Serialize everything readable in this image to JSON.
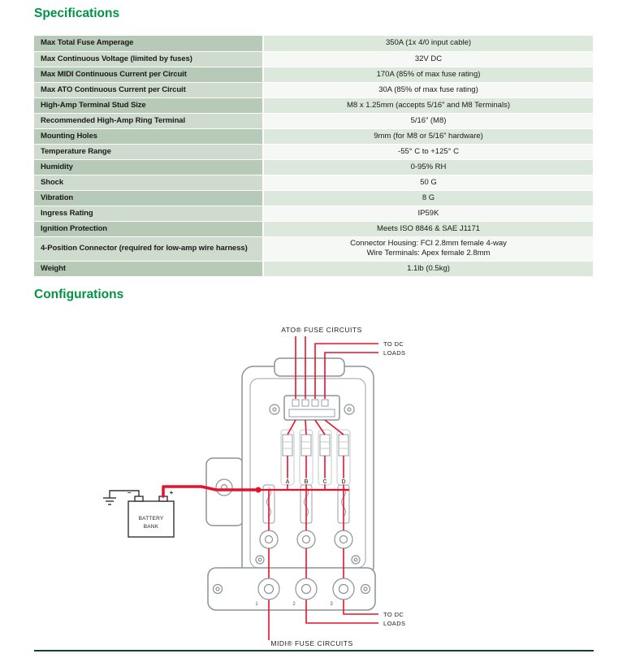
{
  "page": {
    "specs_heading": "Specifications",
    "config_heading": "Configurations"
  },
  "specs_table": {
    "rows": [
      {
        "label": "Max Total Fuse Amperage",
        "value": "350A (1x 4/0 input cable)"
      },
      {
        "label": "Max Continuous Voltage (limited by fuses)",
        "value": "32V DC"
      },
      {
        "label": "Max MIDI Continuous Current per Circuit",
        "value": "170A (85% of max fuse rating)"
      },
      {
        "label": "Max ATO Continuous Current per Circuit",
        "value": "30A (85% of max fuse rating)"
      },
      {
        "label": "High-Amp Terminal Stud Size",
        "value": "M8 x 1.25mm (accepts 5/16” and M8 Terminals)"
      },
      {
        "label": "Recommended High-Amp Ring Terminal",
        "value": "5/16” (M8)"
      },
      {
        "label": "Mounting Holes",
        "value": "9mm (for M8 or 5/16” hardware)"
      },
      {
        "label": "Temperature Range",
        "value": "-55° C to +125° C"
      },
      {
        "label": "Humidity",
        "value": "0-95% RH"
      },
      {
        "label": "Shock",
        "value": "50 G"
      },
      {
        "label": "Vibration",
        "value": "8 G"
      },
      {
        "label": "Ingress Rating",
        "value": "IP59K"
      },
      {
        "label": "Ignition Protection",
        "value": "Meets ISO 8846 & SAE J1171"
      },
      {
        "label": "4-Position Connector (required for low-amp wire harness)",
        "value": "Connector Housing: FCI 2.8mm female 4-way",
        "value2": "Wire Terminals: Apex female 2.8mm"
      },
      {
        "label": "Weight",
        "value": "1.1lb (0.5kg)"
      }
    ]
  },
  "diagram": {
    "labels": {
      "ato_circuits": "ATO® FUSE CIRCUITS",
      "midi_circuits": "MIDI® FUSE CIRCUITS",
      "to_dc": "TO DC",
      "loads": "LOADS",
      "battery_line1": "BATTERY",
      "battery_line2": "BANK",
      "plus": "+",
      "minus": "−",
      "fuse_letters": [
        "A",
        "B",
        "C",
        "D"
      ],
      "terminal_numbers": [
        "1",
        "2",
        "3"
      ]
    },
    "colors": {
      "heading_green": "#009444",
      "wire_red": "#e8112d",
      "outline_gray": "#8d9297"
    }
  }
}
